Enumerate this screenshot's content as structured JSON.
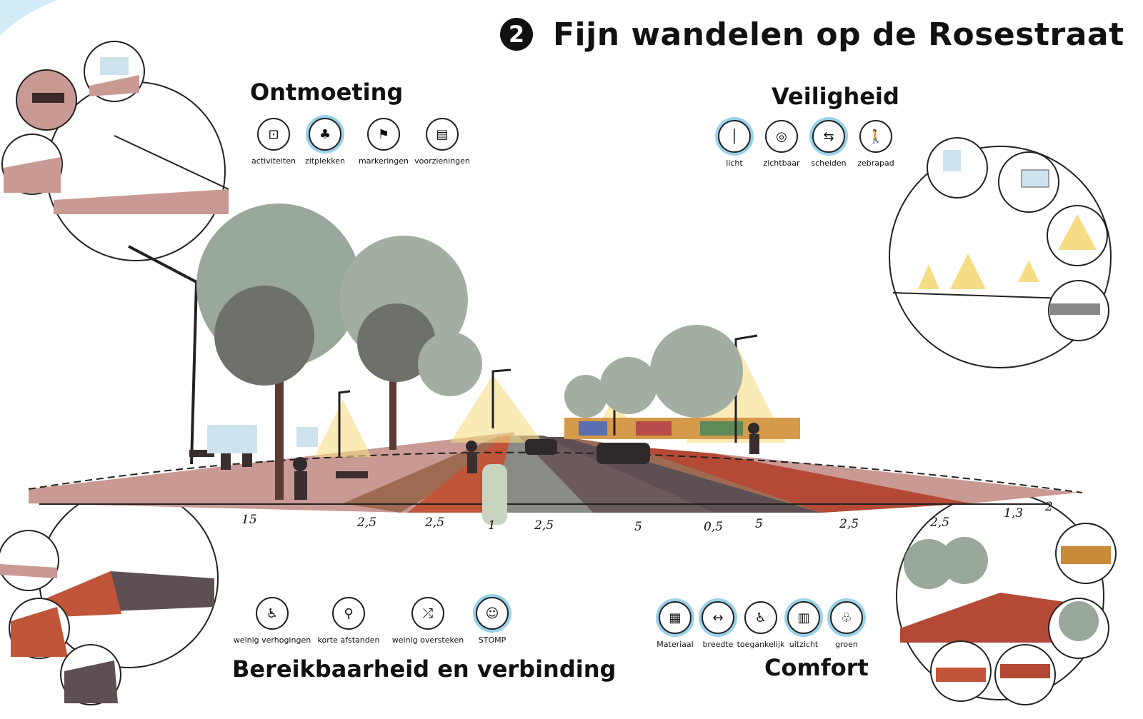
{
  "title": {
    "number": "2",
    "text": "Fijn wandelen op de Rosestraat"
  },
  "groups": {
    "ontmoeting": {
      "title": "Ontmoeting",
      "items": [
        {
          "label": "activiteiten",
          "icon": "activity-field-icon",
          "highlight": false
        },
        {
          "label": "zitplekken",
          "icon": "bench-tree-icon",
          "highlight": true
        },
        {
          "label": "markeringen",
          "icon": "marking-figure-icon",
          "highlight": false
        },
        {
          "label": "voorzieningen",
          "icon": "kiosk-icon",
          "highlight": false
        }
      ]
    },
    "veiligheid": {
      "title": "Veiligheid",
      "items": [
        {
          "label": "licht",
          "icon": "streetlight-icon",
          "highlight": true
        },
        {
          "label": "zichtbaar",
          "icon": "visibility-icon",
          "highlight": false
        },
        {
          "label": "scheiden",
          "icon": "separate-car-bike-icon",
          "highlight": true
        },
        {
          "label": "zebrapad",
          "icon": "pedestrian-crossing-icon",
          "highlight": false
        }
      ]
    },
    "bereikbaarheid": {
      "title": "Bereikbaarheid en verbinding",
      "items": [
        {
          "label": "weinig verhogingen",
          "icon": "curb-icon",
          "highlight": false
        },
        {
          "label": "korte afstanden",
          "icon": "distance-pin-icon",
          "highlight": false
        },
        {
          "label": "weinig oversteken",
          "icon": "crossing-arrows-icon",
          "highlight": false
        },
        {
          "label": "STOMP",
          "icon": "stomp-icon",
          "highlight": true
        }
      ]
    },
    "comfort": {
      "title": "Comfort",
      "items": [
        {
          "label": "Materiaal",
          "icon": "material-icon",
          "highlight": true
        },
        {
          "label": "breedte",
          "icon": "width-arrows-icon",
          "highlight": true
        },
        {
          "label": "toegankelijk",
          "icon": "wheelchair-icon",
          "highlight": false
        },
        {
          "label": "uitzicht",
          "icon": "skyline-icon",
          "highlight": true
        },
        {
          "label": "groen",
          "icon": "tree-icon",
          "highlight": true
        }
      ]
    }
  },
  "dimensions": [
    "15",
    "2,5",
    "2,5",
    "1",
    "2,5",
    "5",
    "0,5",
    "5",
    "2,5",
    "2,5",
    "1,3",
    "2"
  ],
  "colors": {
    "sidewalk": "#c99a93",
    "bikelane": "#c0553a",
    "road": "#5e5052",
    "tree": "#9aa79b",
    "light": "#f5dc85",
    "highlight": "#9bd1ea"
  }
}
